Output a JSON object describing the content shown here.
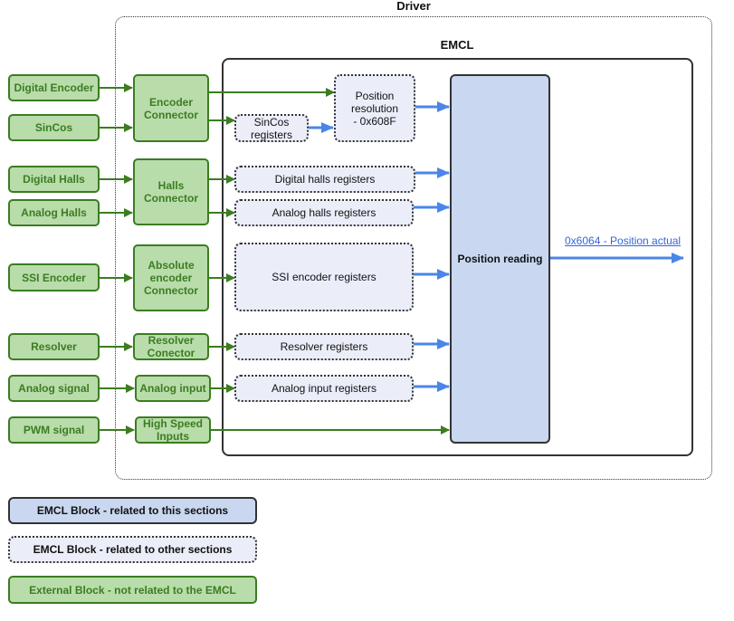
{
  "driver_label": "Driver",
  "emcl_label": "EMCL",
  "external_blocks": {
    "digital_encoder": "Digital Encoder",
    "sincos": "SinCos",
    "digital_halls": "Digital Halls",
    "analog_halls": "Analog Halls",
    "ssi_encoder": "SSI Encoder",
    "resolver": "Resolver",
    "analog_signal": "Analog signal",
    "pwm_signal": "PWM signal"
  },
  "connectors": {
    "encoder_connector": "Encoder Connector",
    "halls_connector": "Halls Connector",
    "absolute_encoder_connector": "Absolute encoder Connector",
    "resolver_conector": "Resolver Conector",
    "analog_input": "Analog input",
    "high_speed_inputs": "High Speed Inputs"
  },
  "registers": {
    "position_resolution": "Position resolution - 0x608F",
    "sincos_registers": "SinCos registers",
    "digital_halls_registers": "Digital halls registers",
    "analog_halls_registers": "Analog halls registers",
    "ssi_encoder_registers": "SSI encoder registers",
    "resolver_registers": "Resolver registers",
    "analog_input_registers": "Analog input registers"
  },
  "position_reading": "Position reading",
  "output_link": "0x6064 - Position actual",
  "legend": {
    "emcl_this": "EMCL Block - related to this sections",
    "emcl_other": "EMCL Block - related to other sections",
    "external": "External Block - not related to the EMCL"
  },
  "colors": {
    "external_fill": "#b9dcab",
    "external_stroke": "#3b7d21",
    "emcl_fill": "#c9d8f0",
    "other_fill": "#ebeef9",
    "arrow_blue": "#4a86e8",
    "arrow_green": "#3b7d21"
  }
}
